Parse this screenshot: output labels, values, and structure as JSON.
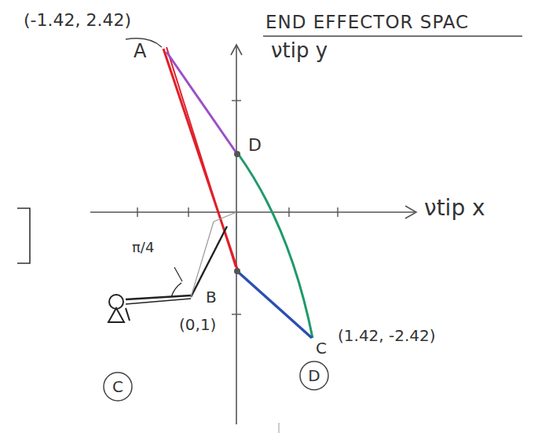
{
  "diagram": {
    "title": "END EFFECTOR SPAC",
    "nodes": [
      {
        "text": [
          "C"
        ]
      },
      {
        "text": [
          "D"
        ]
      }
    ],
    "labels": [
      "(-1.42, 2.42)",
      "A",
      "νtip y",
      "D",
      "νtip x",
      "π/4",
      "B",
      "(0,1)",
      "C",
      "(1.42, -2.42)"
    ]
  }
}
